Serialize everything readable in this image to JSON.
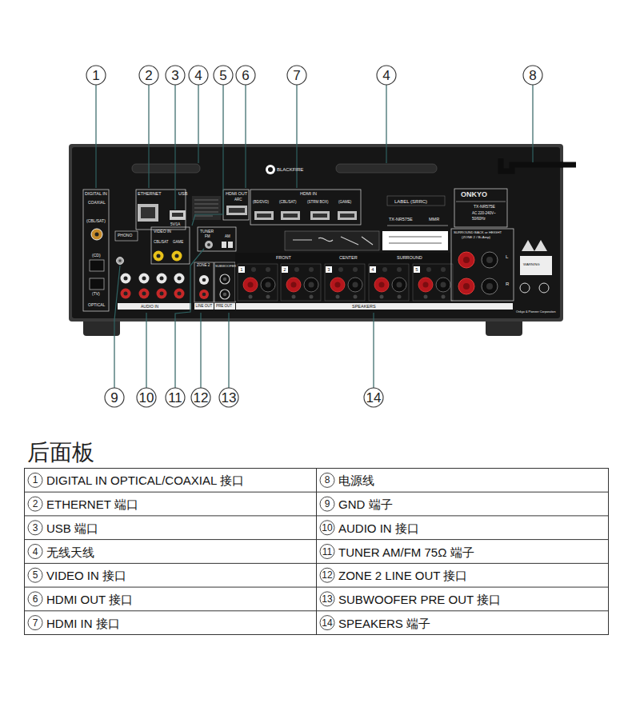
{
  "diagram": {
    "title": "后面板",
    "labels": [
      "1",
      "2",
      "3",
      "4",
      "5",
      "6",
      "7",
      "4",
      "8",
      "9",
      "10",
      "11",
      "12",
      "13",
      "14",
      "1",
      "DIGITAL IN OPTICAL/COAXIAL 接口",
      "8",
      "电源线",
      "2",
      "ETHERNET 端口",
      "9",
      "GND 端子",
      "3",
      "USB 端口",
      "10",
      "AUDIO IN 接口",
      "4",
      "无线天线",
      "11",
      "TUNER AM/FM 75Ω 端子",
      "5",
      "VIDEO IN 接口",
      "12",
      "ZONE 2 LINE OUT 接口",
      "6",
      "HDMI OUT 接口",
      "13",
      "SUBWOOFER PRE OUT 接口",
      "7",
      "HDMI IN 接口",
      "14",
      "SPEAKERS 端子",
      "DIGITAL IN",
      "COAXIAL",
      "(CBL/SAT)",
      "(CD)",
      "(TV)",
      "OPTICAL",
      "ETHERNET",
      "USB",
      "5V/1A",
      "HDMI OUT",
      "ARC",
      "HDMI IN",
      "(BD/DVD)",
      "(CBL/SAT)",
      "(STRM BOX)",
      "(GAME)",
      "BLACKFIRE",
      "LABEL (SRRC)",
      "TX-NR575E",
      "MMR",
      "ONKYO",
      "TX-NR575E",
      "AC 220-240V~",
      "50/60Hz",
      "PHONO",
      "VIDEO IN",
      "CBL/SAT",
      "GAME",
      "AUDIO IN",
      "TUNER",
      "FM",
      "AM",
      "ZONE 2",
      "LINE OUT",
      "SUBWOOFER",
      "PRE OUT",
      "FRONT",
      "CENTER",
      "SURROUND",
      "1",
      "2",
      "3",
      "4",
      "5",
      "SPEAKERS",
      "SURROUND BACK or HEIGHT",
      "(ZONE 2 / Bi-Amp)",
      "L",
      "R",
      "WARNING",
      "Onkyo & Pioneer Corporation"
    ]
  }
}
